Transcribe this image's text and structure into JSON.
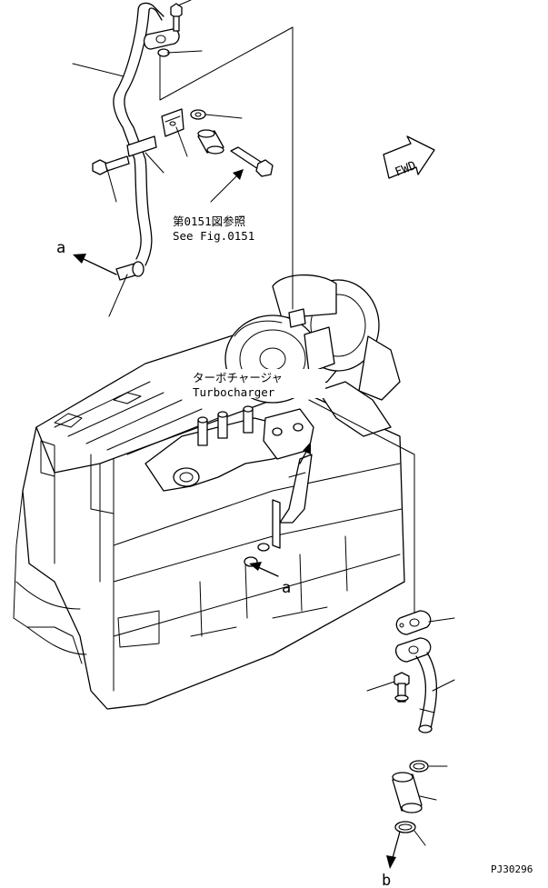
{
  "labels": {
    "ref_jp": "第0151図参照",
    "ref_en": "See Fig.0151",
    "turbo_jp": "ターボチャージャ",
    "turbo_en": "Turbocharger",
    "fwd": "FWD",
    "marker_a_top": "a",
    "marker_a_engine": "a",
    "marker_b": "b",
    "drawing_no": "PJ30296"
  }
}
